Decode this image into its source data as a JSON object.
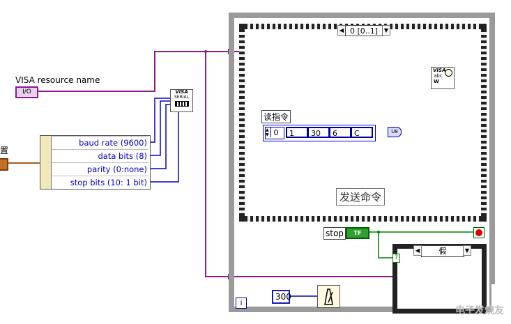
{
  "visa": {
    "resource_label": "VISA resource name",
    "resource_terminal_text": "I/O",
    "serial_icon_line1": "VISA",
    "serial_icon_line2": "SERIAL"
  },
  "config": {
    "label": "配置",
    "params": [
      {
        "label": "baud rate (9600)"
      },
      {
        "label": "data bits (8)"
      },
      {
        "label": "parity (0:none)"
      },
      {
        "label": "stop bits (10: 1 bit)"
      }
    ]
  },
  "while_loop": {
    "iteration_terminal": "i",
    "wait_constant": "300",
    "stop_label": "stop",
    "stop_terminal_text": "TF"
  },
  "sequence": {
    "selector": "0 [0..1]",
    "array_label": "读指令",
    "array_index": "0",
    "array_values": [
      "1",
      "30",
      "6",
      "C"
    ],
    "caption": "发送命令",
    "convert_icon": "U8",
    "write_icon_line1": "VISA",
    "write_icon_line2": "abc",
    "write_icon_line3": "W"
  },
  "case": {
    "selector": "假",
    "question": "?"
  },
  "colors": {
    "visa_wire": "#8a1c8a",
    "cluster_wire": "#7a4a1a",
    "num_wire": "#0000c8",
    "bool_wire": "#008000",
    "u8_wire": "#c800c8"
  },
  "icons": [
    "sequence-selector-arrow-icon",
    "visa-write-icon",
    "visa-serial-icon",
    "wait-ms-icon",
    "stop-indicator-icon",
    "type-convert-u8-icon"
  ],
  "watermark": "电子发烧友"
}
